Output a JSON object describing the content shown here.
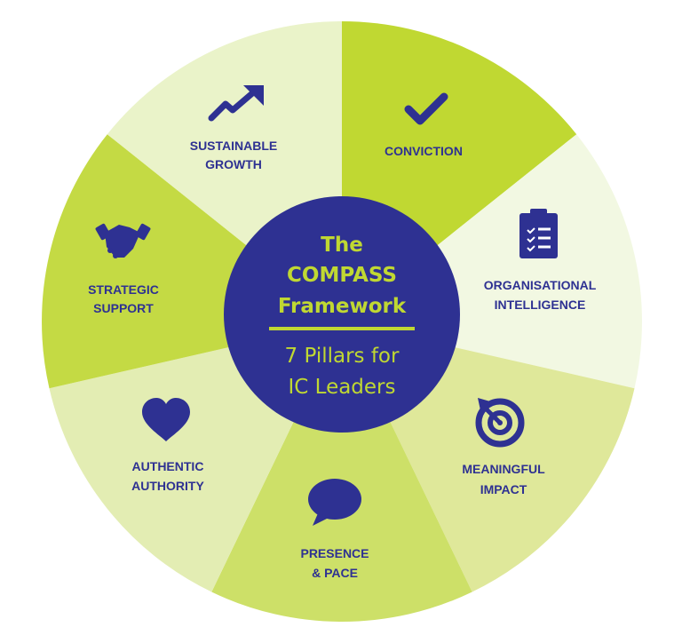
{
  "center": {
    "title_line1": "The",
    "title_line2": "COMPASS",
    "title_line3": "Framework",
    "subtitle_line1": "7 Pillars for",
    "subtitle_line2": "IC Leaders"
  },
  "colors": {
    "navy": "#2e3192",
    "accent_lime": "#c0d832"
  },
  "pillars": [
    {
      "line1": "CONVICTION",
      "line2": "",
      "icon": "checkmark-icon",
      "color": "#c0d832"
    },
    {
      "line1": "ORGANISATIONAL",
      "line2": "INTELLIGENCE",
      "icon": "clipboard-checklist-icon",
      "color": "#f2f8e2"
    },
    {
      "line1": "MEANINGFUL",
      "line2": "IMPACT",
      "icon": "target-arrow-icon",
      "color": "#dfe89a"
    },
    {
      "line1": "PRESENCE",
      "line2": "& PACE",
      "icon": "speech-bubble-icon",
      "color": "#cde068"
    },
    {
      "line1": "AUTHENTIC",
      "line2": "AUTHORITY",
      "icon": "heart-icon",
      "color": "#e3edb3"
    },
    {
      "line1": "STRATEGIC",
      "line2": "SUPPORT",
      "icon": "handshake-icon",
      "color": "#c4da44"
    },
    {
      "line1": "SUSTAINABLE",
      "line2": "GROWTH",
      "icon": "trending-up-icon",
      "color": "#eaf3c9"
    }
  ]
}
